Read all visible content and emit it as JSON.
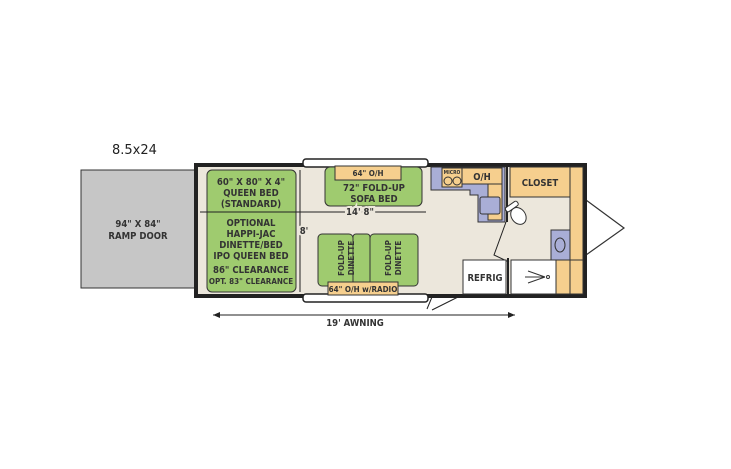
{
  "model": "8.5x24",
  "colors": {
    "seating": "#9fcb6f",
    "cabinet": "#f6cf8e",
    "counter": "#a9aed6",
    "floor": "#ece7dc",
    "ramp": "#c6c6c6",
    "wall": "#222222"
  },
  "labels": {
    "ramp_door": [
      "94\" X 84\"",
      "RAMP DOOR"
    ],
    "bed": [
      "60\" X 80\" X 4\"",
      "QUEEN BED",
      "(STANDARD)",
      "OPTIONAL",
      "HAPPI-JAC",
      "DINETTE/BED",
      "IPO QUEEN BED",
      "86\" CLEARANCE",
      "OPT. 83\" CLEARANCE"
    ],
    "sofa_oh": "64\" O/H",
    "sofa": [
      "72\" FOLD-UP",
      "SOFA BED"
    ],
    "length_dim": "14' 8\"",
    "width_dim": "8'",
    "dinette_left": [
      "FOLD-UP",
      "DINETTE"
    ],
    "dinette_right": [
      "FOLD-UP",
      "DINETTE"
    ],
    "dinette_oh": "64\" O/H w/RADIO",
    "micro": "MICRO",
    "kitchen_oh": "O/H",
    "closet": "CLOSET",
    "refrig": "REFRIG",
    "awning": "19' AWNING"
  }
}
